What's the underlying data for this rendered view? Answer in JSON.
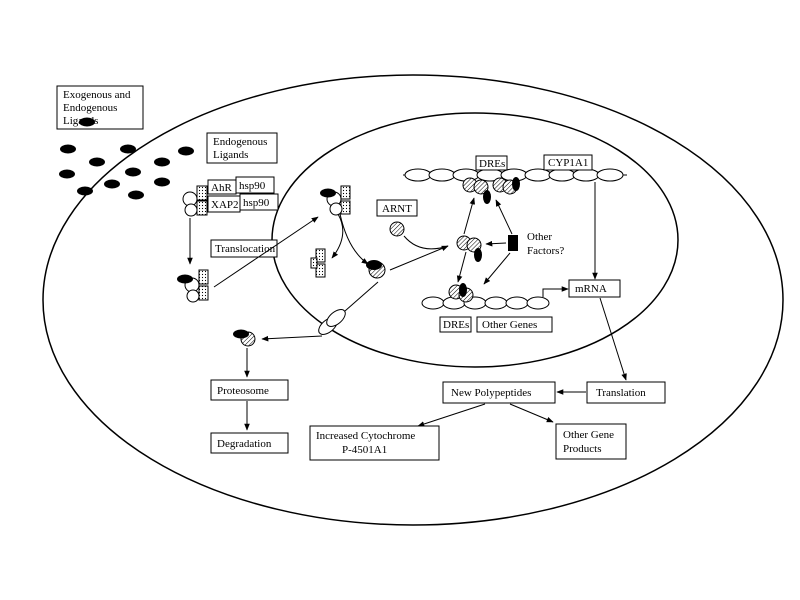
{
  "labels": {
    "exogenous_line1": "Exogenous and",
    "exogenous_line2": "Endogenous",
    "exogenous_line3": "Ligands",
    "endogenous_line1": "Endogenous",
    "endogenous_line2": "Ligands",
    "ahr": "AhR",
    "hsp90_top": "hsp90",
    "xap2": "XAP2",
    "hsp90_bottom": "hsp90",
    "translocation": "Translocation",
    "arnt": "ARNT",
    "dres_top": "DREs",
    "cyp1a1": "CYP1A1",
    "other_factors_line1": "Other",
    "other_factors_line2": "Factors?",
    "mrna": "mRNA",
    "dres_bottom": "DREs",
    "other_genes": "Other Genes",
    "proteosome": "Proteosome",
    "degradation": "Degradation",
    "translation": "Translation",
    "new_polypeptides": "New Polypeptides",
    "increased_cyp_line1": "Increased Cytochrome",
    "increased_cyp_line2": "P-4501A1",
    "other_gene_products_line1": "Other Gene",
    "other_gene_products_line2": "Products"
  }
}
